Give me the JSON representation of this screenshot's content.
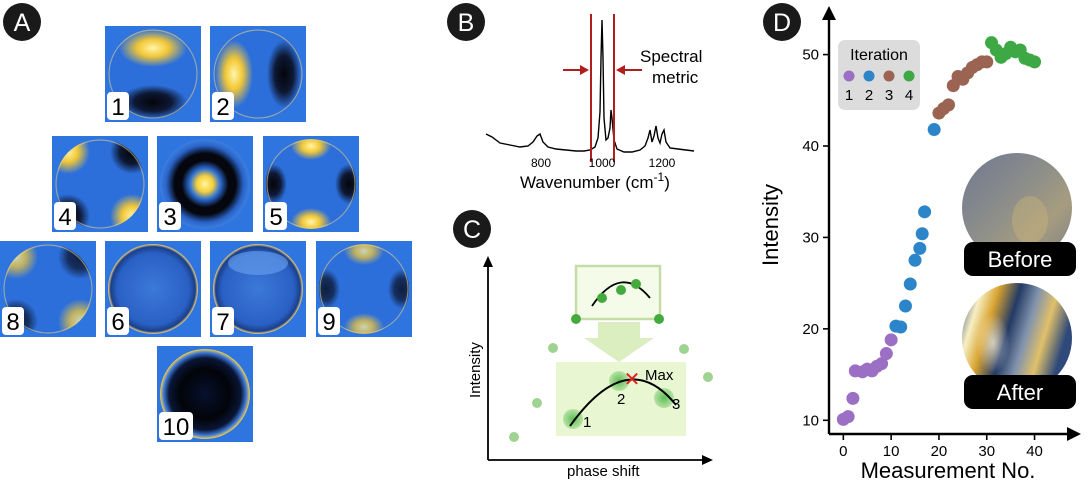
{
  "panels": {
    "a": {
      "letter": "A"
    },
    "b": {
      "letter": "B"
    },
    "c": {
      "letter": "C"
    },
    "d": {
      "letter": "D"
    }
  },
  "panel_a": {
    "tiles": [
      {
        "label": "1",
        "pattern": "horizontal-dipole"
      },
      {
        "label": "2",
        "pattern": "vertical-dipole"
      },
      {
        "label": "4",
        "pattern": "diagonal-quadrupole"
      },
      {
        "label": "3",
        "pattern": "ring"
      },
      {
        "label": "5",
        "pattern": "cross-quadrupole"
      },
      {
        "label": "8",
        "pattern": "diagonal-quadrupole-faint"
      },
      {
        "label": "6",
        "pattern": "flat"
      },
      {
        "label": "7",
        "pattern": "flat-top"
      },
      {
        "label": "9",
        "pattern": "cross-quadrupole-faint"
      },
      {
        "label": "10",
        "pattern": "dark-ring"
      }
    ]
  },
  "panel_b": {
    "annotation_line1": "Spectral",
    "annotation_line2": "metric",
    "xlabel": "Wavenumber (cm",
    "xlabel_sup": "-1",
    "xlabel_end": ")",
    "ticks": [
      "800",
      "1000",
      "1200"
    ]
  },
  "panel_c": {
    "ylabel": "Intensity",
    "xlabel": "phase shift",
    "max_label": "Max",
    "point_labels": [
      "1",
      "2",
      "3"
    ]
  },
  "chart_data": {
    "type": "scatter",
    "title": "",
    "xlabel": "Measurement No.",
    "ylabel": "Intensity",
    "xlim": [
      -3,
      47
    ],
    "ylim": [
      8.5,
      54
    ],
    "xticks": [
      0,
      10,
      20,
      30,
      40
    ],
    "yticks": [
      10,
      20,
      30,
      40,
      50
    ],
    "grid": false,
    "legend_title": "Iteration",
    "legend_placement": "top-left",
    "series": [
      {
        "name": "1",
        "color": "#9b6fc4",
        "points": [
          [
            0,
            10.1
          ],
          [
            1,
            10.4
          ],
          [
            2,
            12.4
          ],
          [
            2.5,
            15.4
          ],
          [
            4,
            15.3
          ],
          [
            5,
            15.6
          ],
          [
            6,
            15.4
          ],
          [
            7,
            15.9
          ],
          [
            8,
            16.2
          ],
          [
            9,
            17.3
          ],
          [
            10,
            18.8
          ]
        ]
      },
      {
        "name": "2",
        "color": "#2d85c9",
        "points": [
          [
            11,
            20.3
          ],
          [
            12,
            20.2
          ],
          [
            13,
            22.5
          ],
          [
            14,
            24.9
          ],
          [
            15,
            27.5
          ],
          [
            16,
            28.8
          ],
          [
            16.5,
            30.4
          ],
          [
            17,
            32.8
          ],
          [
            19,
            41.8
          ]
        ]
      },
      {
        "name": "3",
        "color": "#9a6352",
        "points": [
          [
            20,
            43.6
          ],
          [
            21,
            44.1
          ],
          [
            22,
            44.5
          ],
          [
            23,
            46.6
          ],
          [
            24,
            47.6
          ],
          [
            25,
            47.3
          ],
          [
            26,
            48.0
          ],
          [
            27,
            48.6
          ],
          [
            28,
            48.9
          ],
          [
            29,
            49.2
          ],
          [
            30,
            49.2
          ]
        ]
      },
      {
        "name": "4",
        "color": "#3da844",
        "points": [
          [
            31,
            51.3
          ],
          [
            32,
            50.5
          ],
          [
            33,
            49.7
          ],
          [
            34,
            50.1
          ],
          [
            35,
            50.8
          ],
          [
            36,
            50.3
          ],
          [
            37,
            50.5
          ],
          [
            38,
            49.6
          ],
          [
            39,
            49.4
          ],
          [
            40,
            49.2
          ]
        ]
      }
    ]
  },
  "panel_d_insets": {
    "before_label": "Before",
    "after_label": "After"
  }
}
